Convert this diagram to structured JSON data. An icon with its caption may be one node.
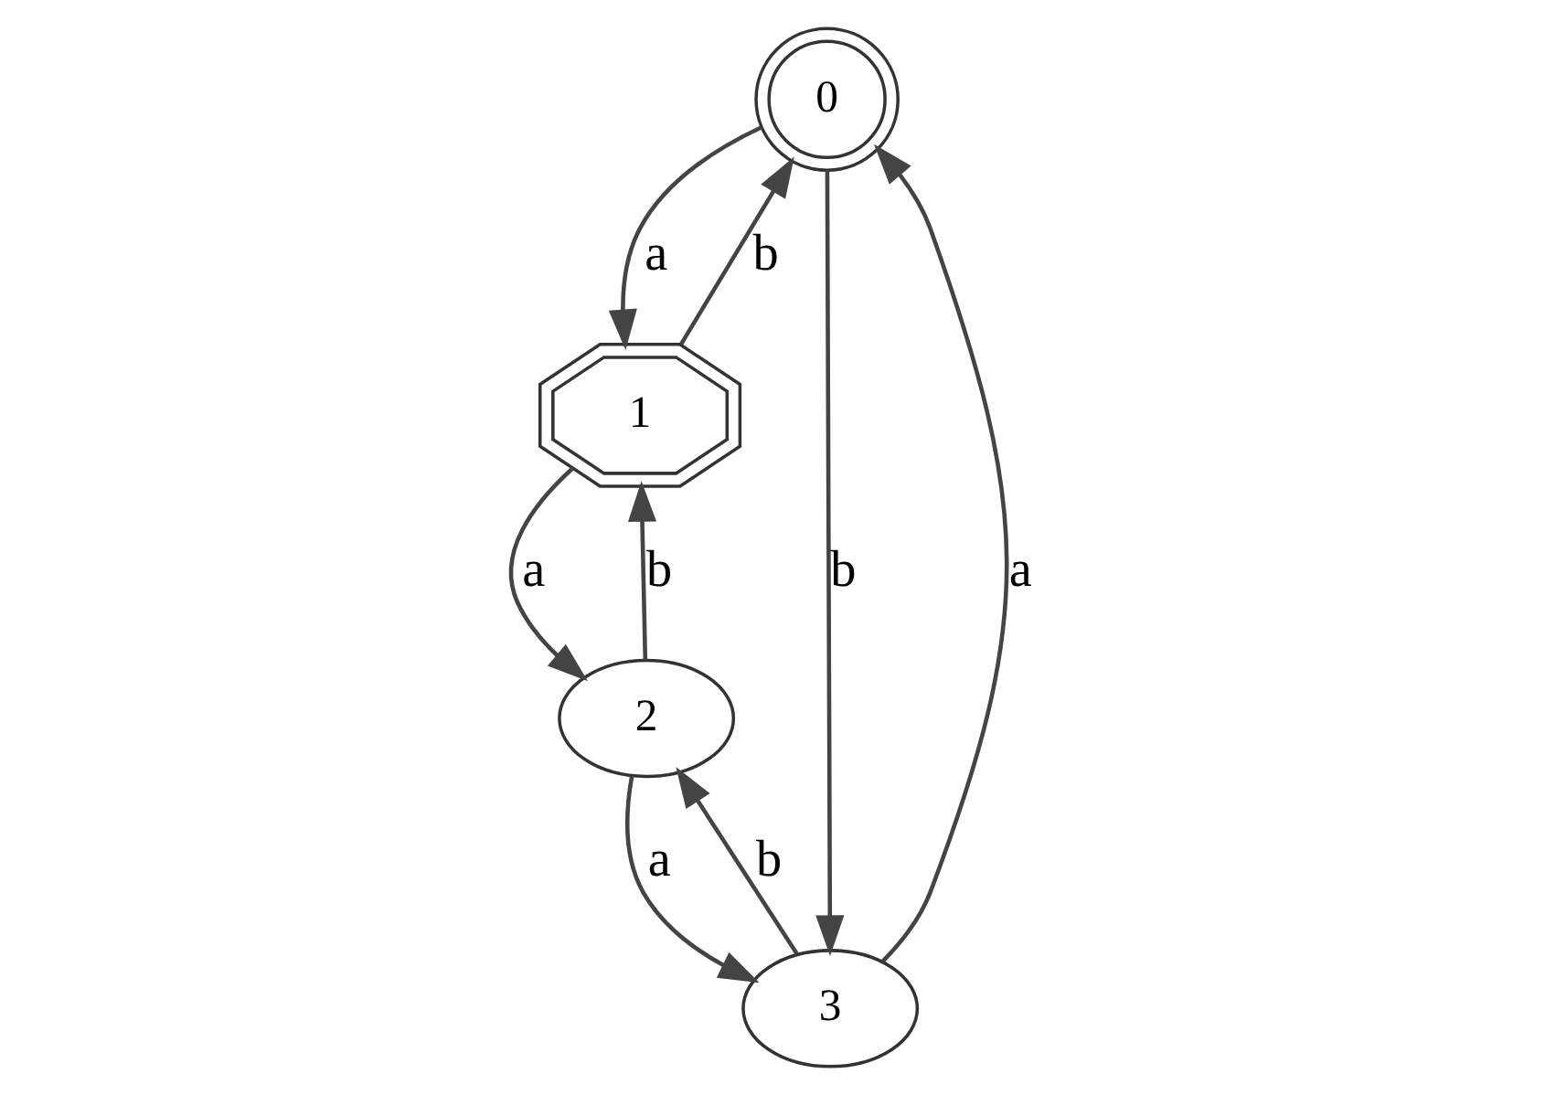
{
  "diagram": {
    "nodes": [
      {
        "text": [
          "0"
        ]
      },
      {
        "text": [
          "1"
        ]
      },
      {
        "text": [
          "2"
        ]
      },
      {
        "text": [
          "3"
        ]
      }
    ],
    "edges": [
      {
        "from": 0,
        "to": 1,
        "label": "a",
        "arrow": "to"
      },
      {
        "from": 1,
        "to": 0,
        "label": "b",
        "arrow": "to"
      },
      {
        "from": 0,
        "to": 3,
        "label": "b",
        "arrow": "to"
      },
      {
        "from": 1,
        "to": 2,
        "label": "a",
        "arrow": "to"
      },
      {
        "from": 2,
        "to": 1,
        "label": "b",
        "arrow": "to"
      },
      {
        "from": 2,
        "to": 3,
        "label": "a",
        "arrow": "to"
      },
      {
        "from": 3,
        "to": 2,
        "label": "b",
        "arrow": "to"
      },
      {
        "from": 3,
        "to": 0,
        "label": "a",
        "arrow": "to"
      }
    ]
  }
}
